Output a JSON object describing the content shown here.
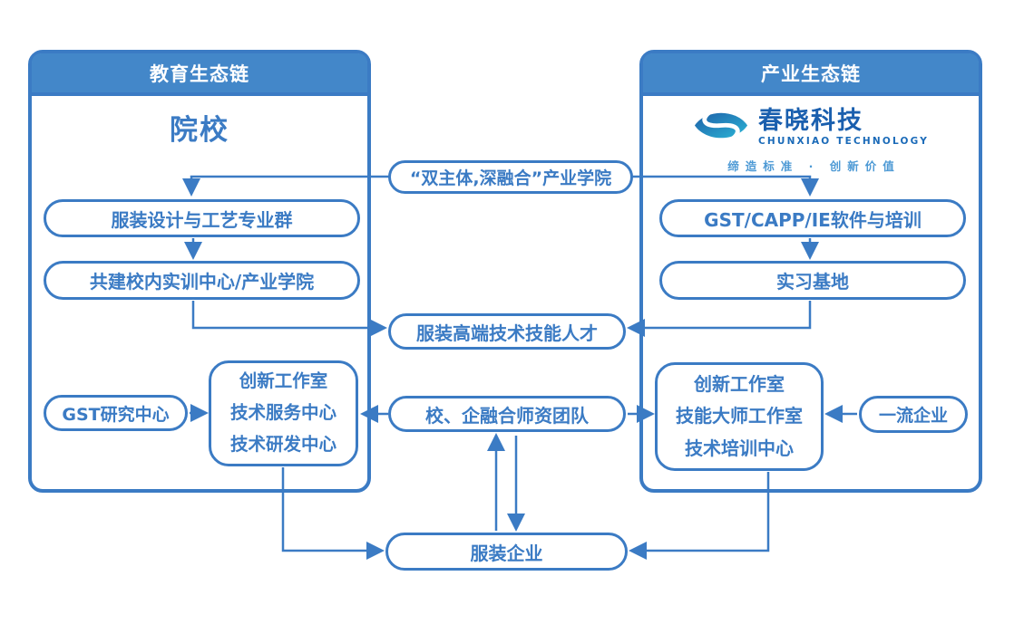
{
  "left_panel": {
    "header_label": "教育生态链",
    "title": "院校",
    "node_fashion_group": "服装设计与工艺专业群",
    "node_training_center": "共建校内实训中心/产业学院",
    "node_gst_research": "GST研究中心",
    "node_center_lines": [
      "创新工作室",
      "技术服务中心",
      "技术研发中心"
    ]
  },
  "right_panel": {
    "header_label": "产业生态链",
    "logo": {
      "name_cn": "春晓科技",
      "name_en": "CHUNXIAO TECHNOLOGY",
      "tagline": "缔造标准 · 创新价值"
    },
    "node_software_training": "GST/CAPP/IE软件与培训",
    "node_internship_base": "实习基地",
    "node_center_lines": [
      "创新工作室",
      "技能大师工作室",
      "技术培训中心"
    ],
    "node_top_enterprise": "一流企业"
  },
  "middle": {
    "node_industry_college": "“双主体,深融合”产业学院",
    "node_talent": "服装高端技术技能人才",
    "node_teacher_team": "校、企融合师资团队",
    "node_fashion_enterprise": "服装企业"
  },
  "colors": {
    "primary_blue": "#3B7BC4",
    "header_blue": "#4387C9",
    "logo_dark_blue": "#1A5FAE",
    "logo_teal": "#2BB6D6",
    "tagline_blue": "#4E9AD5"
  },
  "edges": [
    {
      "from": "industry-college",
      "to": "fashion-design-group"
    },
    {
      "from": "industry-college",
      "to": "software-training"
    },
    {
      "from": "fashion-design-group",
      "to": "training-center"
    },
    {
      "from": "software-training",
      "to": "internship-base"
    },
    {
      "from": "training-center",
      "to": "talent"
    },
    {
      "from": "internship-base",
      "to": "talent"
    },
    {
      "from": "gst-research",
      "to": "left-center-box"
    },
    {
      "from": "teacher-team",
      "to": "left-center-box"
    },
    {
      "from": "teacher-team",
      "to": "right-center-box"
    },
    {
      "from": "top-enterprise",
      "to": "right-center-box"
    },
    {
      "from": "left-center-box",
      "to": "fashion-enterprise"
    },
    {
      "from": "right-center-box",
      "to": "fashion-enterprise"
    },
    {
      "from": "fashion-enterprise",
      "to": "teacher-team"
    },
    {
      "from": "teacher-team",
      "to": "fashion-enterprise"
    }
  ]
}
